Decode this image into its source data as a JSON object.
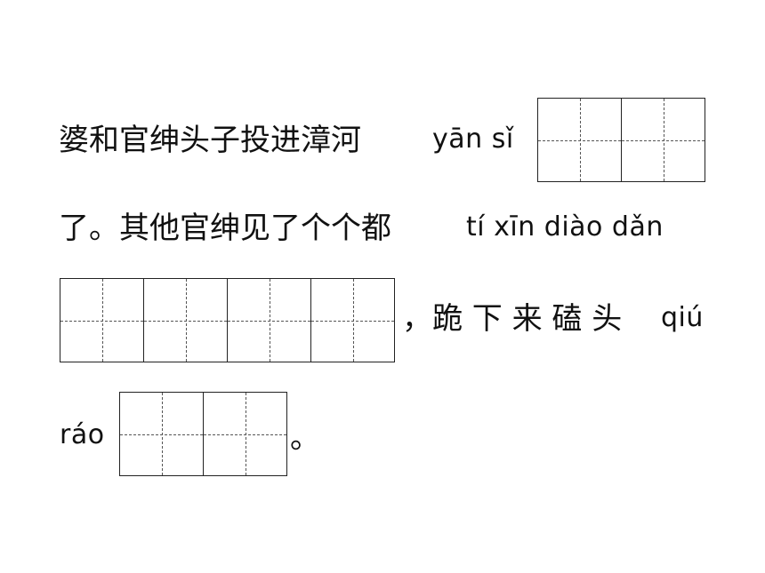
{
  "lines": [
    {
      "text": "婆和官绅头子投进漳河",
      "pinyin": "yān sǐ"
    },
    {
      "text": "了。其他官绅见了个个都",
      "pinyin": "tí xīn diào dǎn"
    },
    {
      "text": "，跪 下 来 磕 头",
      "pinyin": "qiú"
    },
    {
      "pinyin": "ráo",
      "end": "。"
    }
  ]
}
